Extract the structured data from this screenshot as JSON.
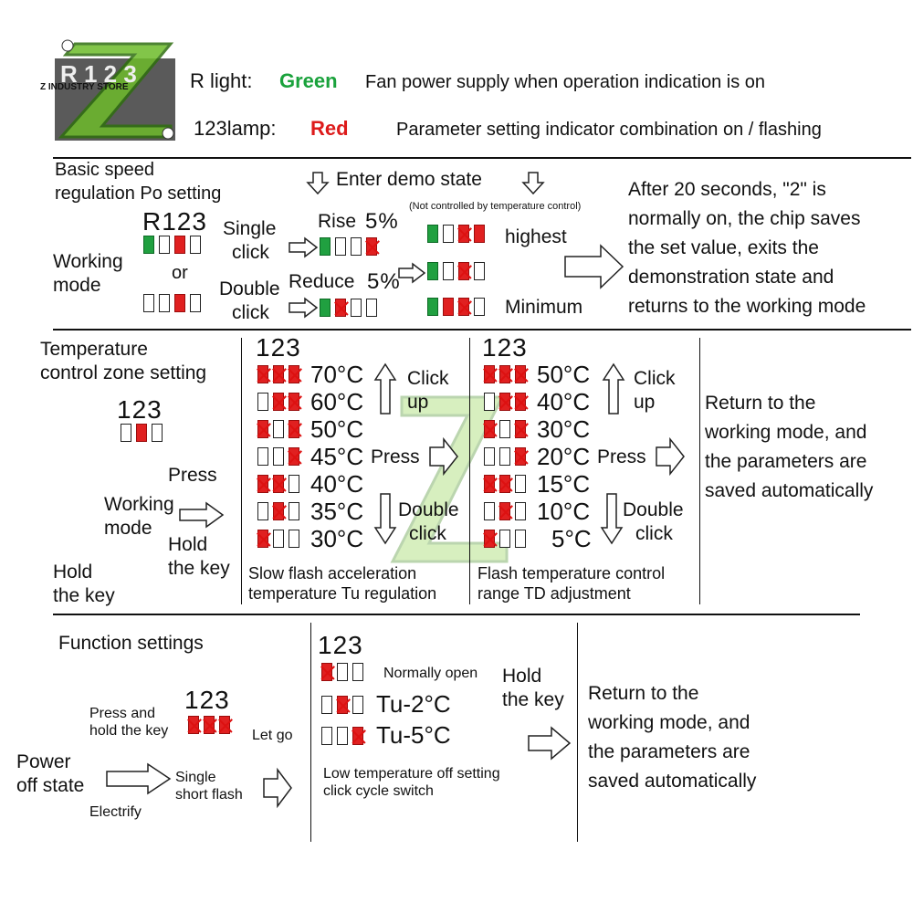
{
  "header": {
    "logo_text": "Z INDUSTRY STORE",
    "logo_digits": "R 1 2 3",
    "r_light_label": "R light:",
    "r_light_color": "Green",
    "r_light_desc": "Fan power supply when operation indication is on",
    "lamp_label": "123lamp:",
    "lamp_color": "Red",
    "lamp_desc": "Parameter setting indicator combination on / flashing"
  },
  "section_speed": {
    "title_1": "Basic speed",
    "title_2": "regulation Po setting",
    "digits": "R123",
    "working_1": "Working",
    "working_2": "mode",
    "or": "or",
    "single_1": "Single",
    "single_2": "click",
    "double_1": "Double",
    "double_2": "click",
    "demo": "Enter demo state",
    "not_controlled": "(Not controlled by temperature control)",
    "rise": "Rise",
    "rise_pct": "5%",
    "reduce": "Reduce",
    "reduce_pct": "5%",
    "highest": "highest",
    "minimum": "Minimum",
    "desc": [
      "After 20 seconds, \"2\" is",
      "normally on, the chip saves",
      "the set value, exits the",
      "demonstration state and",
      "returns to the working mode"
    ]
  },
  "section_temp": {
    "title_1": "Temperature",
    "title_2": "control zone setting",
    "digits": "123",
    "press": "Press",
    "working_1": "Working",
    "working_2": "mode",
    "hold_1": "Hold",
    "hold_2": "the key",
    "hold_key_1": "Hold",
    "hold_key_2": "the key",
    "tu_digits": "123",
    "tu_temps": [
      "70°C",
      "60°C",
      "50°C",
      "45°C",
      "40°C",
      "35°C",
      "30°C"
    ],
    "click_up_1": "Click",
    "click_up_2": "up",
    "press_mid": "Press",
    "double_1": "Double",
    "double_2": "click",
    "tu_caption_1": "Slow flash acceleration",
    "tu_caption_2": "temperature Tu regulation",
    "td_digits": "123",
    "td_temps": [
      "50°C",
      "40°C",
      "30°C",
      "20°C",
      "15°C",
      "10°C",
      "5°C"
    ],
    "td_click_up_1": "Click",
    "td_click_up_2": "up",
    "td_press": "Press",
    "td_double_1": "Double",
    "td_double_2": "click",
    "td_caption_1": "Flash temperature control",
    "td_caption_2": "range TD adjustment",
    "return": [
      "Return to the",
      "working mode, and",
      "the parameters are",
      "saved automatically"
    ]
  },
  "section_func": {
    "title": "Function settings",
    "power_1": "Power",
    "power_2": "off state",
    "electrify": "Electrify",
    "press_hold_1": "Press and",
    "press_hold_2": "hold the key",
    "digits": "123",
    "let_go": "Let go",
    "single_1": "Single",
    "single_2": "short flash",
    "low_digits": "123",
    "normally_open": "Normally open",
    "tu2": "Tu-2°C",
    "tu5": "Tu-5°C",
    "hold_1": "Hold",
    "hold_2": "the key",
    "low_caption_1": "Low temperature off setting",
    "low_caption_2": "click cycle switch",
    "return": [
      "Return to the",
      "working mode, and",
      "the parameters are",
      "saved automatically"
    ]
  },
  "colors": {
    "green": "#1aa23c",
    "red": "#dd1b1b",
    "led_red": "#e02020",
    "led_green": "#20a040"
  }
}
